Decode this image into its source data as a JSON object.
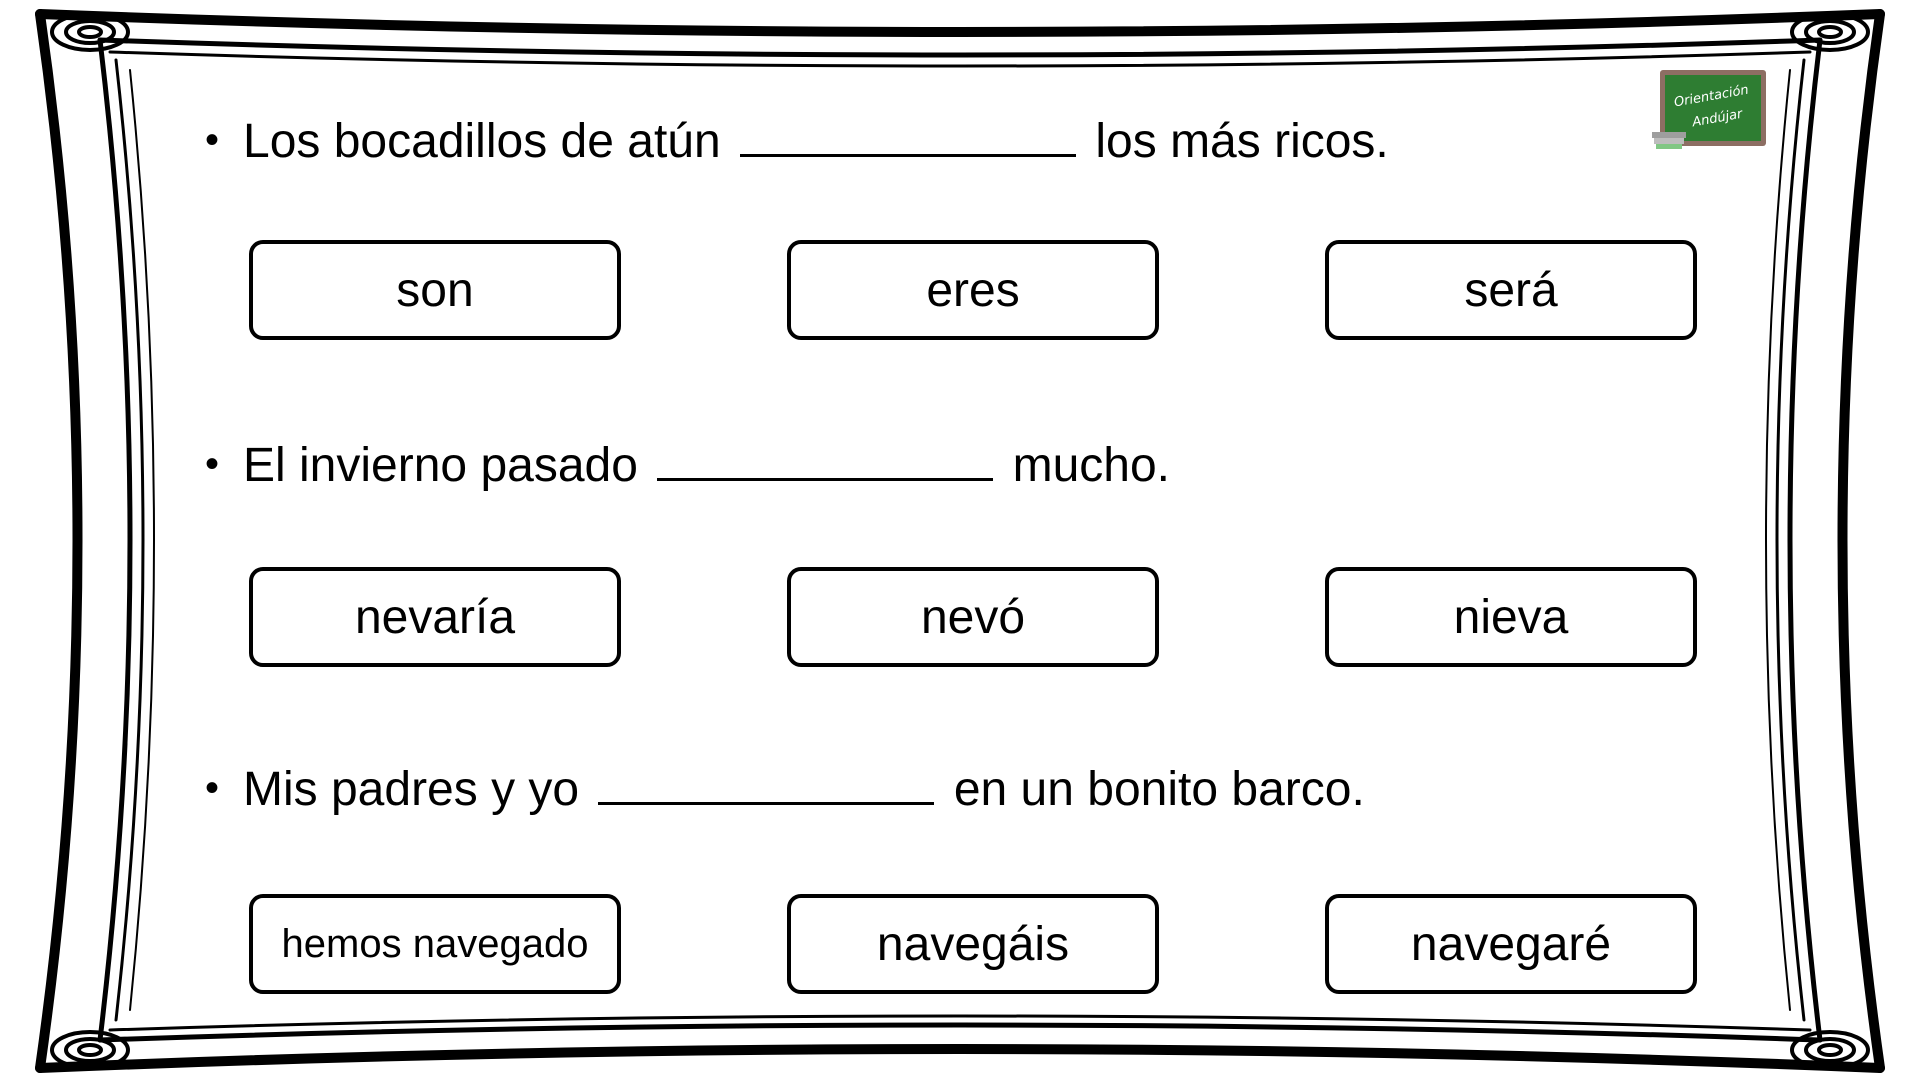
{
  "questions": [
    {
      "before": "Los bocadillos de atún",
      "after": "los más ricos.",
      "options": [
        "son",
        "eres",
        "será"
      ]
    },
    {
      "before": "El invierno pasado",
      "after": "mucho.",
      "options": [
        "nevaría",
        "nevó",
        "nieva"
      ]
    },
    {
      "before": "Mis padres y yo",
      "after": "en un bonito barco.",
      "options": [
        "hemos navegado",
        "navegáis",
        "navegaré"
      ]
    }
  ],
  "bullet": "•",
  "logo": {
    "line1": "Orientación",
    "line2": "Andújar",
    "board_color": "#2e7d32"
  },
  "colors": {
    "text": "#000000",
    "background": "#ffffff"
  }
}
